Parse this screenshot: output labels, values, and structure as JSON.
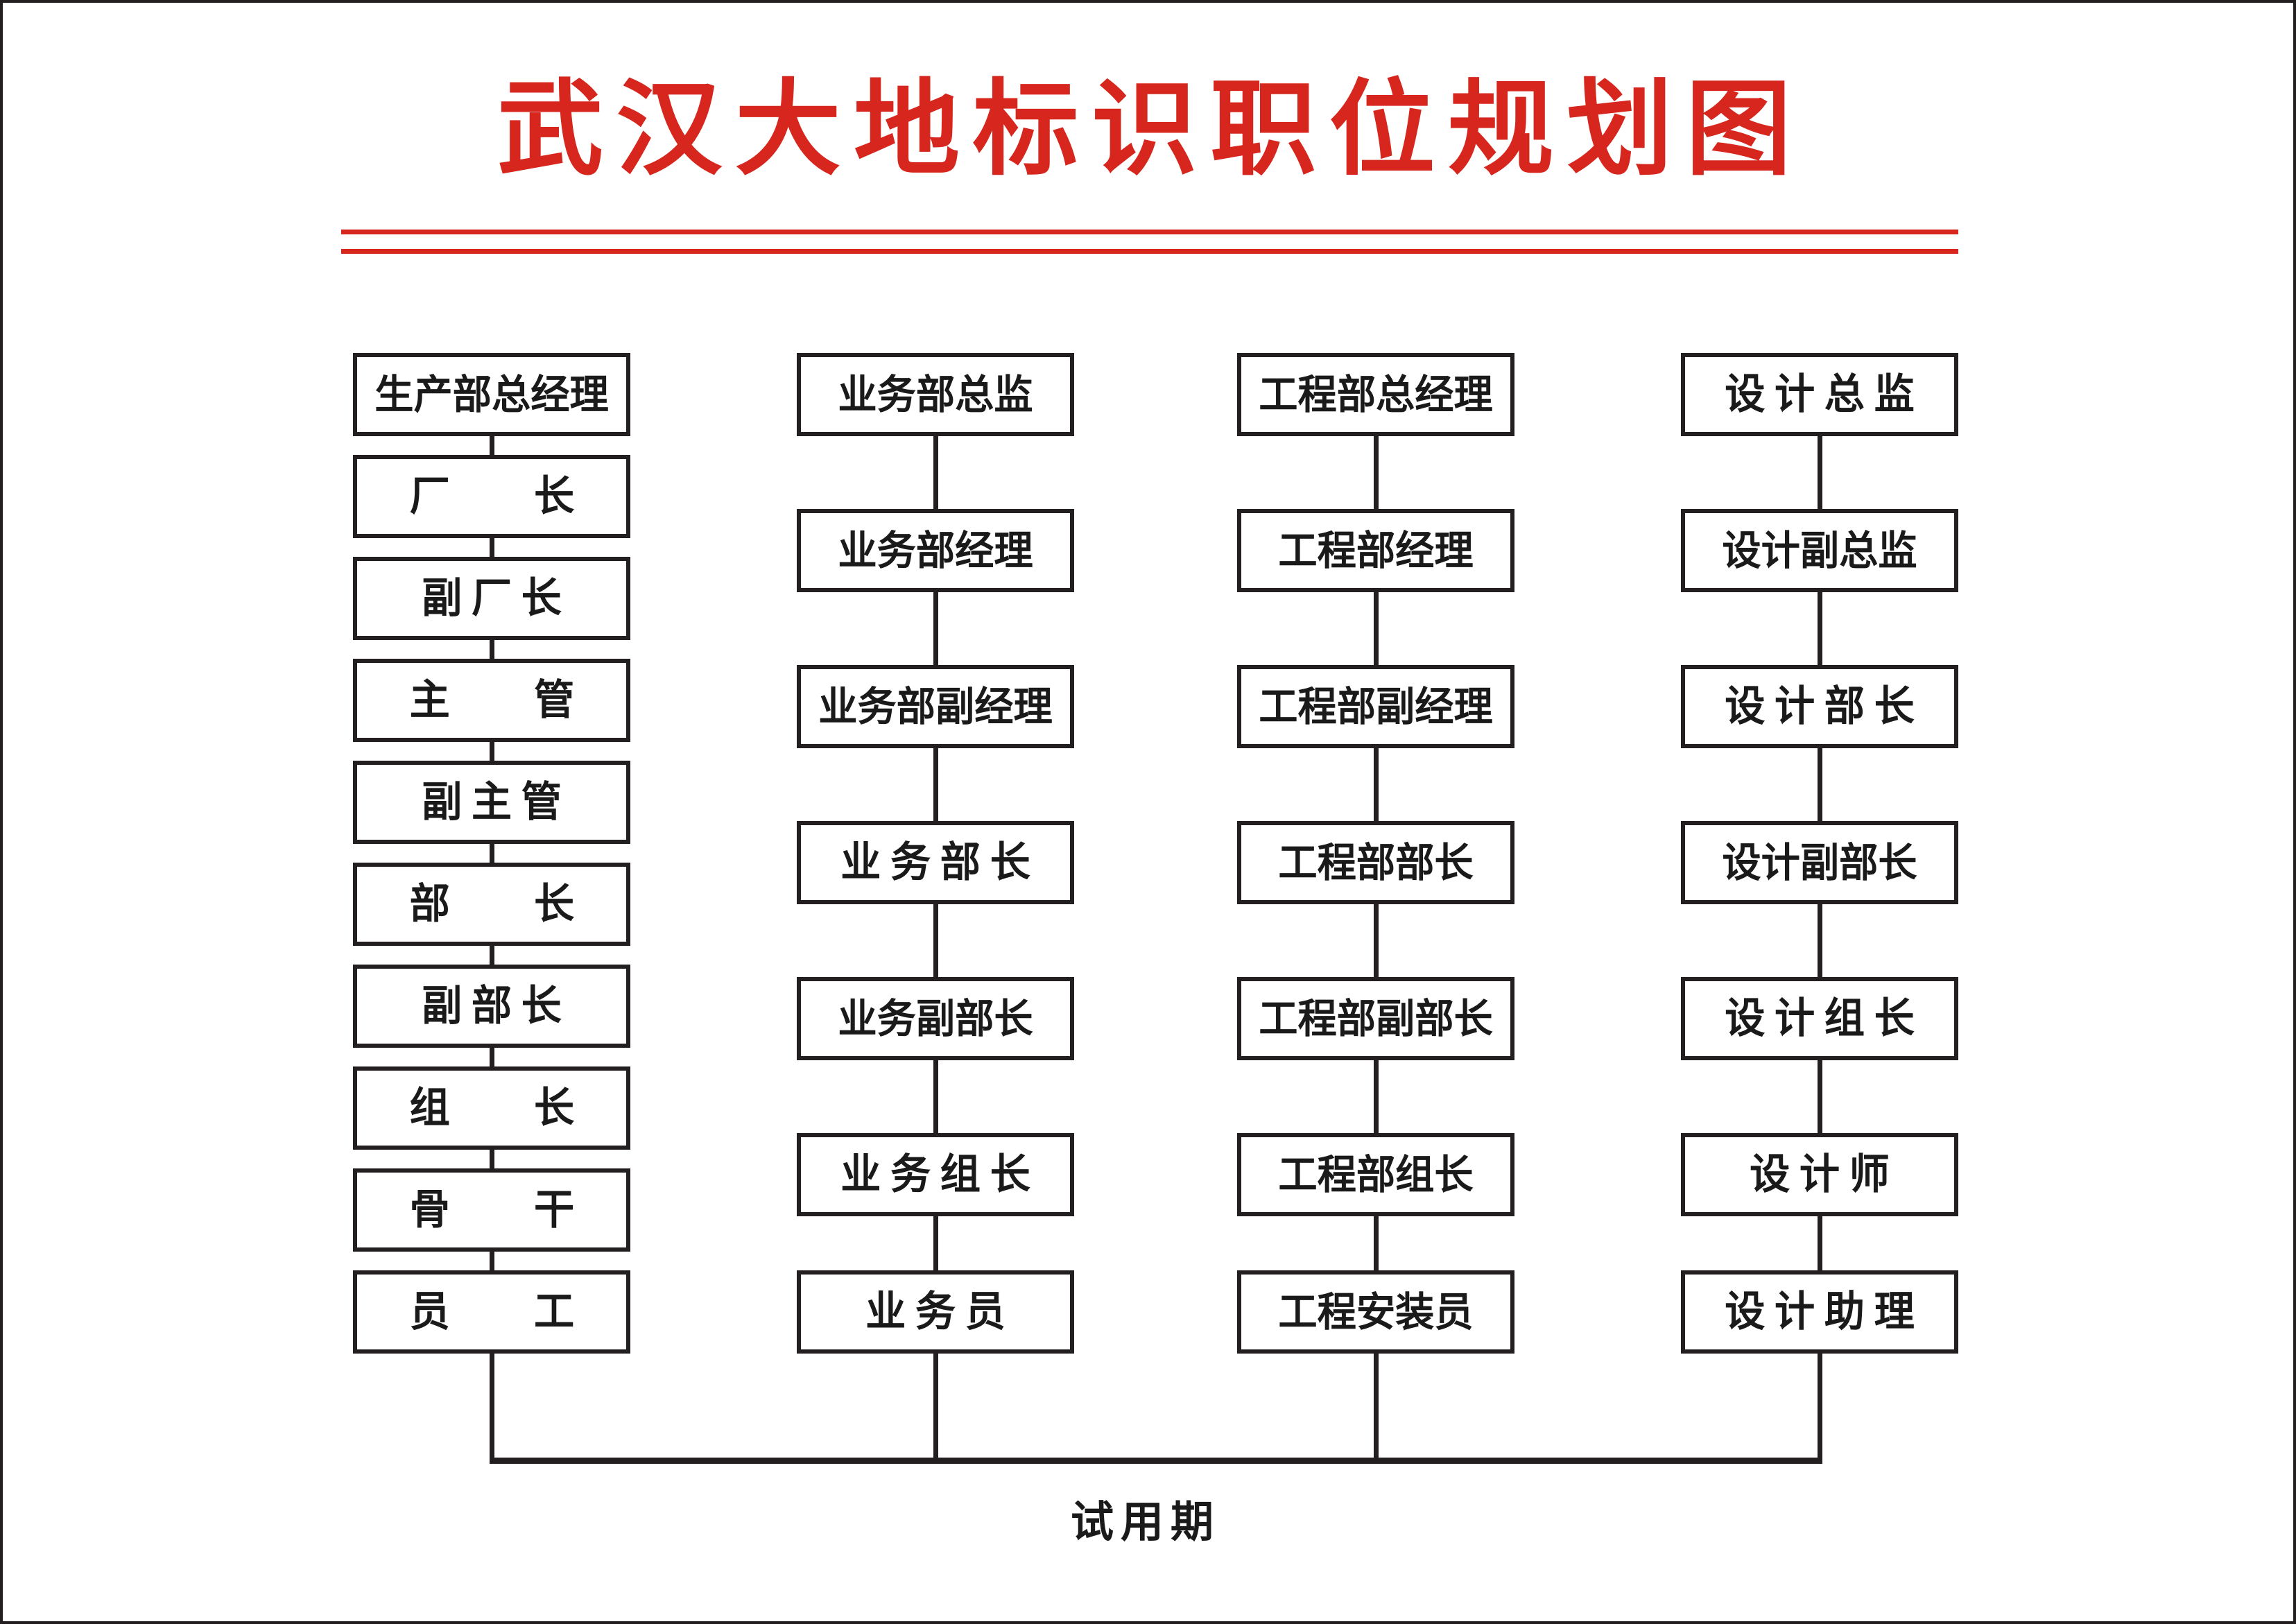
{
  "document": {
    "title": "武汉大地标识职位规划图",
    "title_color": "#d7261d",
    "border_color": "#231f20",
    "background": "#ffffff"
  },
  "chart_data": {
    "type": "diagram",
    "diagram_kind": "organizational-career-ladder",
    "title": "武汉大地标识职位规划图",
    "orientation": "top-to-bottom",
    "note": "Four parallel vertical career ladders; all four bottom nodes converge on a shared rail labelled 试用期 (probation period).",
    "columns": [
      {
        "id": "production",
        "nodes": [
          "生产部总经理",
          "厂 长",
          "副厂长",
          "主 管",
          "副主管",
          "部 长",
          "副部长",
          "组 长",
          "骨 干",
          "员 工"
        ]
      },
      {
        "id": "business",
        "nodes": [
          "业务部总监",
          "业务部经理",
          "业务部副经理",
          "业务部长",
          "业务副部长",
          "业务组长",
          "业务员"
        ]
      },
      {
        "id": "engineering",
        "nodes": [
          "工程部总经理",
          "工程部经理",
          "工程部副经理",
          "工程部部长",
          "工程部副部长",
          "工程部组长",
          "工程安装员"
        ]
      },
      {
        "id": "design",
        "nodes": [
          "设计总监",
          "设计副总监",
          "设计部长",
          "设计副部长",
          "设计组长",
          "设计师",
          "设计助理"
        ]
      }
    ],
    "footer_label": "试用期"
  },
  "footer": {
    "probation_label": "试用期"
  }
}
